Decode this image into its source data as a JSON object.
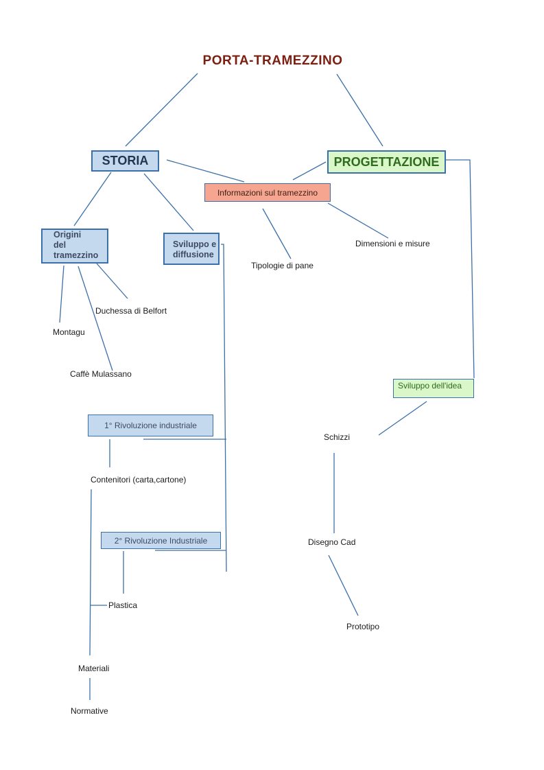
{
  "diagram": {
    "title": "PORTA-TRAMEZZINO",
    "branches": {
      "storia": "STORIA",
      "progettazione": "PROGETTAZIONE"
    },
    "info": "Informazioni sul tramezzino",
    "info_children": [
      "Tipologie di pane",
      "Dimensioni e misure"
    ],
    "origini": {
      "label_lines": [
        "Origini",
        "del",
        "tramezzino"
      ],
      "children": [
        "Duchessa di Belfort",
        "Montagu",
        "Caffè Mulassano"
      ]
    },
    "sviluppo_diffusione": {
      "label_lines": [
        "Sviluppo e",
        "diffusione"
      ]
    },
    "rivoluzione_1": {
      "label": "1° Rivoluzione industriale",
      "child": "Contenitori (carta,cartone)"
    },
    "rivoluzione_2": {
      "label": "2° Rivoluzione Industriale",
      "child": "Plastica"
    },
    "materiali": "Materiali",
    "normative": "Normative",
    "sviluppo_idea": {
      "label": "Sviluppo dell'idea",
      "steps": [
        "Schizzi",
        "Disegno Cad",
        "Prototipo"
      ]
    }
  }
}
